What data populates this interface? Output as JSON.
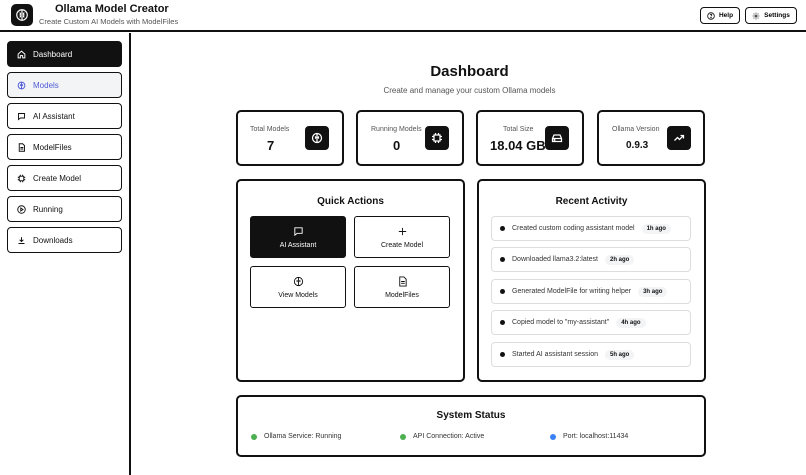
{
  "app": {
    "title": "Ollama Model Creator",
    "subtitle": "Create Custom AI Models with ModelFiles"
  },
  "header": {
    "help_label": "Help",
    "settings_label": "Settings"
  },
  "sidebar": {
    "items": [
      {
        "label": "Dashboard",
        "icon": "home-icon",
        "state": "active"
      },
      {
        "label": "Models",
        "icon": "brain-icon",
        "state": "hover"
      },
      {
        "label": "AI Assistant",
        "icon": "chat-icon",
        "state": "normal"
      },
      {
        "label": "ModelFiles",
        "icon": "file-icon",
        "state": "normal"
      },
      {
        "label": "Create Model",
        "icon": "chip-icon",
        "state": "normal"
      },
      {
        "label": "Running",
        "icon": "play-icon",
        "state": "normal"
      },
      {
        "label": "Downloads",
        "icon": "download-icon",
        "state": "normal"
      }
    ]
  },
  "page": {
    "title": "Dashboard",
    "subtitle": "Create and manage your custom Ollama models"
  },
  "stats": [
    {
      "label": "Total Models",
      "value": "7",
      "icon": "brain-icon"
    },
    {
      "label": "Running Models",
      "value": "0",
      "icon": "chip-icon"
    },
    {
      "label": "Total Size",
      "value": "18.04 GB",
      "icon": "drive-icon"
    },
    {
      "label": "Ollama Version",
      "value": "0.9.3",
      "icon": "trending-up-icon"
    }
  ],
  "quick_actions": {
    "title": "Quick Actions",
    "items": [
      {
        "label": "AI Assistant",
        "icon": "chat-icon"
      },
      {
        "label": "Create Model",
        "icon": "plus-icon"
      },
      {
        "label": "View Models",
        "icon": "brain-icon"
      },
      {
        "label": "ModelFiles",
        "icon": "file-icon"
      }
    ]
  },
  "recent_activity": {
    "title": "Recent Activity",
    "items": [
      {
        "text": "Created custom coding assistant model",
        "time": "1h ago"
      },
      {
        "text": "Downloaded llama3.2:latest",
        "time": "2h ago"
      },
      {
        "text": "Generated ModelFile for writing helper",
        "time": "3h ago"
      },
      {
        "text": "Copied model to \"my-assistant\"",
        "time": "4h ago"
      },
      {
        "text": "Started AI assistant session",
        "time": "5h ago"
      }
    ]
  },
  "system_status": {
    "title": "System Status",
    "items": [
      {
        "text": "Ollama Service: Running",
        "color": "#4caf50"
      },
      {
        "text": "API Connection: Active",
        "color": "#4caf50"
      },
      {
        "text": "Port: localhost:11434",
        "color": "#3b82f6"
      }
    ]
  }
}
